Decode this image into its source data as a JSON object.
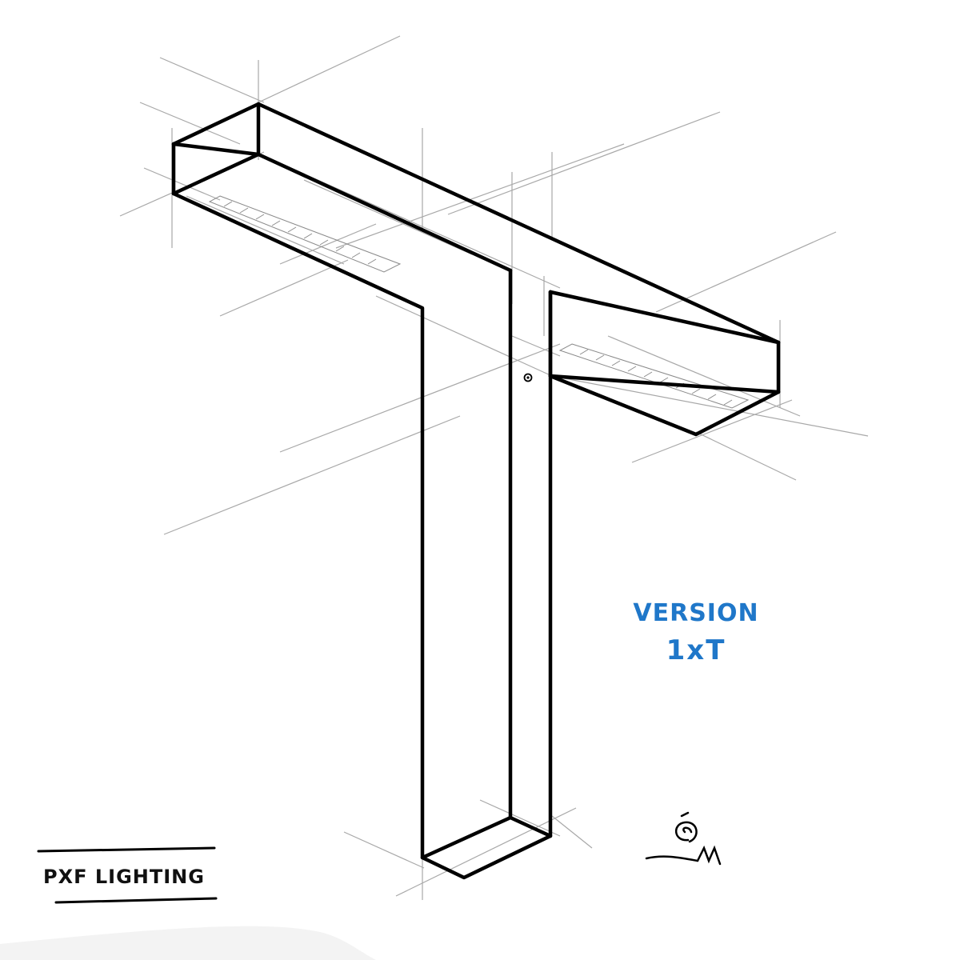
{
  "version_label": {
    "word": "VERSION",
    "code": "1xT",
    "color": "#1f77c9"
  },
  "brand": {
    "name": "PXF LIGHTING"
  },
  "drawing": {
    "outline_color": "#000000",
    "guide_color": "#9a9a9a",
    "background": "#ffffff"
  },
  "signature": {
    "text": "GM"
  }
}
